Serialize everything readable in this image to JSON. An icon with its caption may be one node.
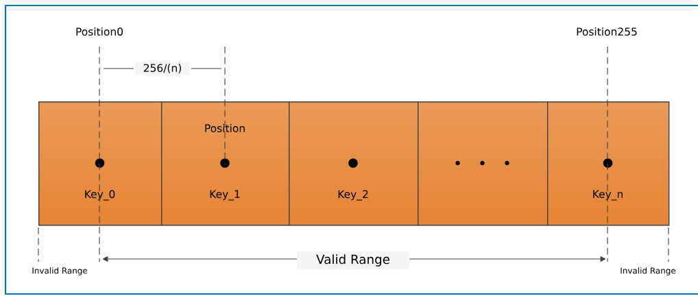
{
  "diagram": {
    "nodes": [
      {
        "text": [
          "Key_0"
        ]
      },
      {
        "text": [
          "Position",
          "Key_1"
        ]
      },
      {
        "text": [
          "Key_2"
        ]
      },
      {
        "text": [],
        "shape": "box"
      },
      {
        "text": [
          "Key_n"
        ]
      }
    ],
    "labels": [
      "Position0",
      "Position255",
      "256/(n)",
      "Invalid Range",
      "Valid Range",
      "Invalid Range"
    ]
  }
}
